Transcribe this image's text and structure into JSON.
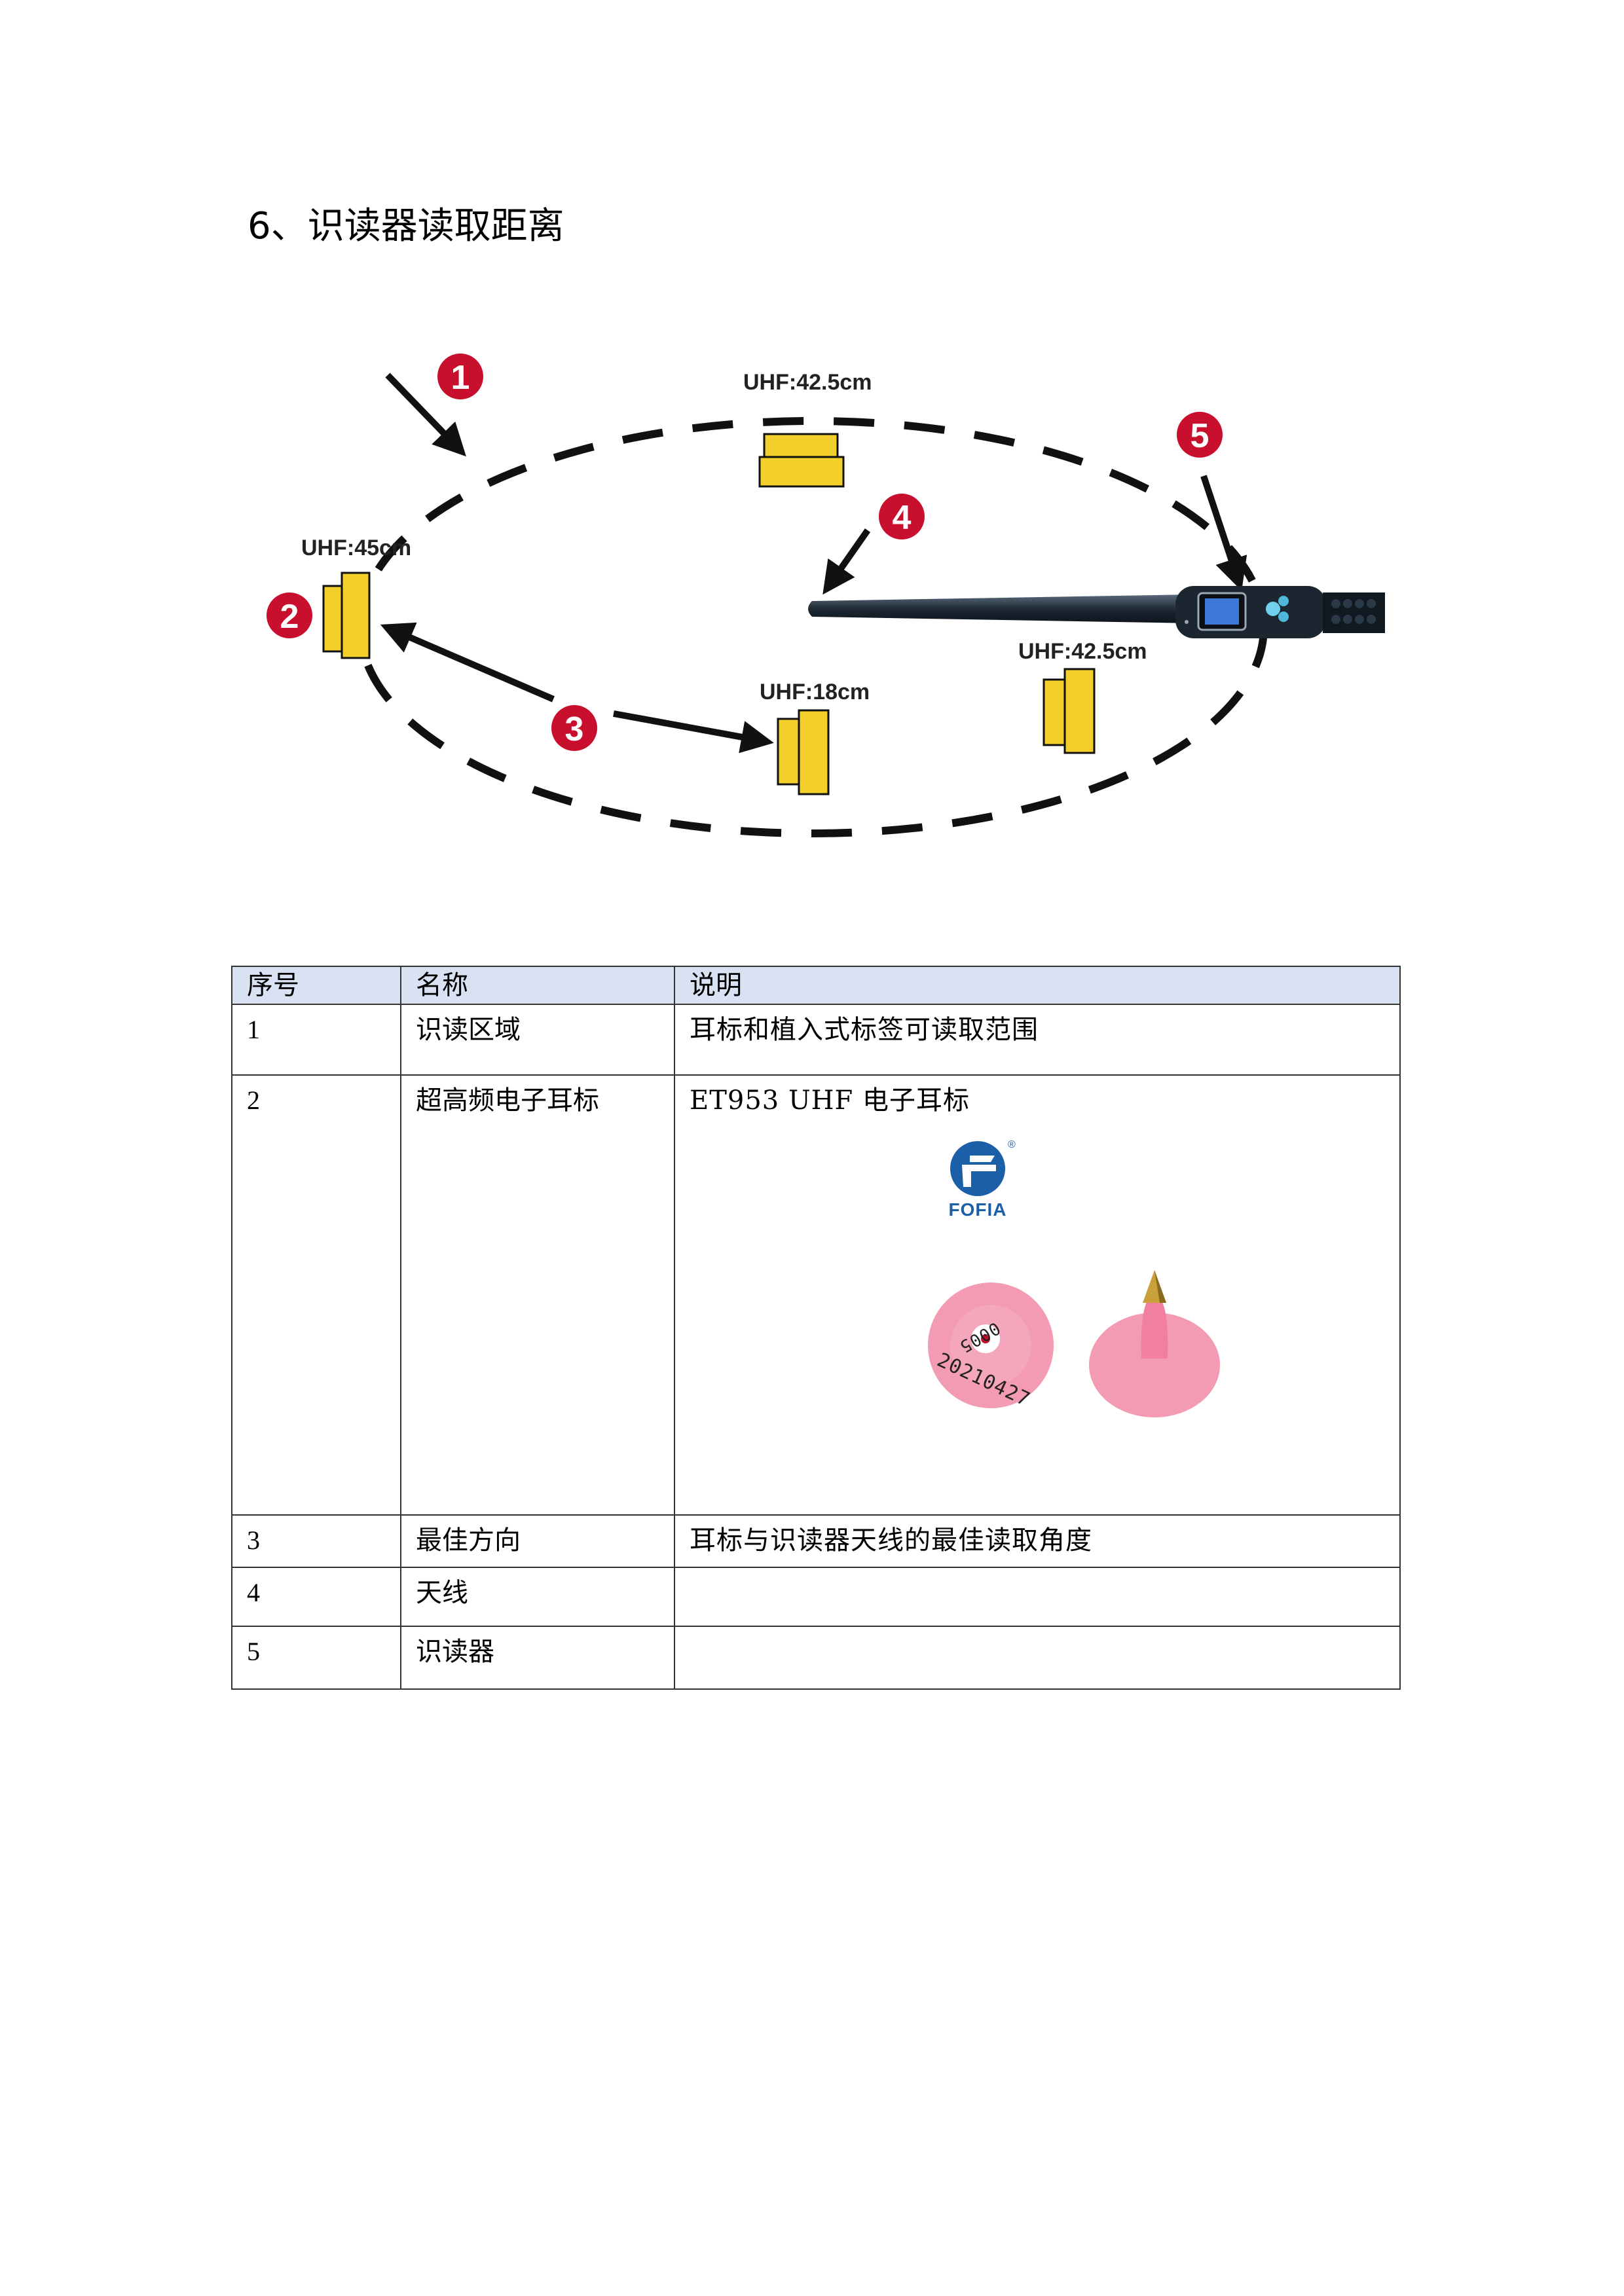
{
  "heading": "6、识读器读取距离",
  "diagram": {
    "labels": {
      "top": "UHF:42.5cm",
      "left": "UHF:45cm",
      "center": "UHF:18cm",
      "right": "UHF:42.5cm"
    },
    "badges": [
      "1",
      "2",
      "3",
      "4",
      "5"
    ],
    "colors": {
      "badge": "#c8102e",
      "tag": "#f2cf2b",
      "reader": "#223344"
    }
  },
  "table": {
    "headers": [
      "序号",
      "名称",
      "说明"
    ],
    "rows": [
      {
        "num": "1",
        "name": "识读区域",
        "desc": "耳标和植入式标签可读取范围"
      },
      {
        "num": "2",
        "name": "超高频电子耳标",
        "desc": "ET953 UHF 电子耳标"
      },
      {
        "num": "3",
        "name": "最佳方向",
        "desc": "耳标与识读器天线的最佳读取角度"
      },
      {
        "num": "4",
        "name": "天线",
        "desc": ""
      },
      {
        "num": "5",
        "name": "识读器",
        "desc": ""
      }
    ]
  },
  "product": {
    "brand": "FOFIA",
    "tag_number_top": "0005",
    "tag_number_bottom": "20210427",
    "colors": {
      "tag": "#f29bb3",
      "logo": "#1b5fa8",
      "tip": "#c9a13a"
    }
  }
}
